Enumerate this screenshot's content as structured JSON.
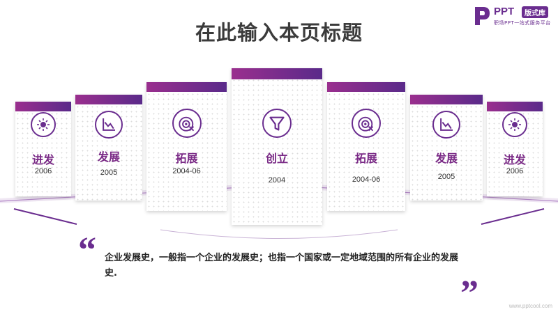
{
  "title": "在此输入本页标题",
  "logo": {
    "brand": "PPT",
    "badge": "版式库",
    "tagline": "职场PPT一站式服务平台"
  },
  "cards": [
    {
      "label": "进发",
      "year": "2006",
      "icon": "sun-icon"
    },
    {
      "label": "发展",
      "year": "2005",
      "icon": "chart-icon"
    },
    {
      "label": "拓展",
      "year": "2004-06",
      "icon": "target-icon"
    },
    {
      "label": "创立",
      "year": "2004",
      "icon": "filter-icon"
    },
    {
      "label": "拓展",
      "year": "2004-06",
      "icon": "target-icon"
    },
    {
      "label": "发展",
      "year": "2005",
      "icon": "chart-icon"
    },
    {
      "label": "进发",
      "year": "2006",
      "icon": "sun-icon"
    }
  ],
  "quote_open": "“",
  "quote_close": "”",
  "description": "企业发展史，一般指一个企业的发展史；也指一个国家或一定地域范围的所有企业的发展史.",
  "watermark": "www.pptcool.com",
  "colors": {
    "accent": "#6a2d8f",
    "accent2": "#9a2f8e"
  }
}
